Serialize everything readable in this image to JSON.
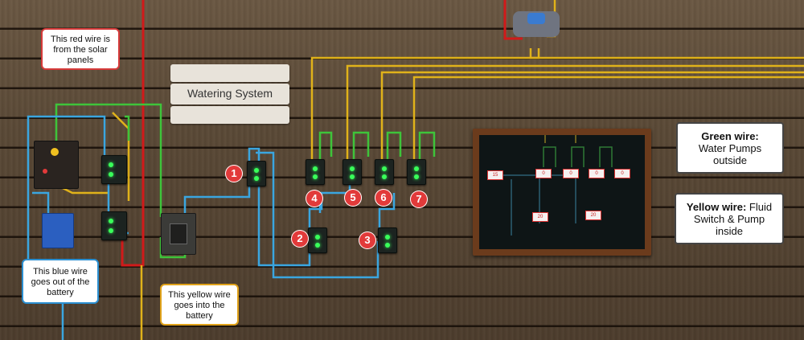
{
  "sign": {
    "label": "Watering System"
  },
  "callouts": {
    "red_wire": "This red wire is from the solar panels",
    "blue_wire": "This blue wire goes out of the battery",
    "yellow_wire": "This yellow wire goes into the battery",
    "green_wire_title": "Green wire:",
    "green_wire_text": "Water Pumps outside",
    "yellow_wire_title": "Yellow wire:",
    "yellow_wire_text": "Fluid Switch & Pump inside"
  },
  "markers": [
    "1",
    "2",
    "3",
    "4",
    "5",
    "6",
    "7"
  ],
  "panel_tags": [
    "15",
    "0",
    "0",
    "0",
    "0",
    "20",
    "20"
  ],
  "colors": {
    "red_wire": "#d11a1a",
    "blue_wire": "#3aa6e0",
    "yellow_wire": "#e0b21a",
    "green_wire": "#3ec43a",
    "marker": "#e23a3a",
    "led": "#39ff5a"
  }
}
